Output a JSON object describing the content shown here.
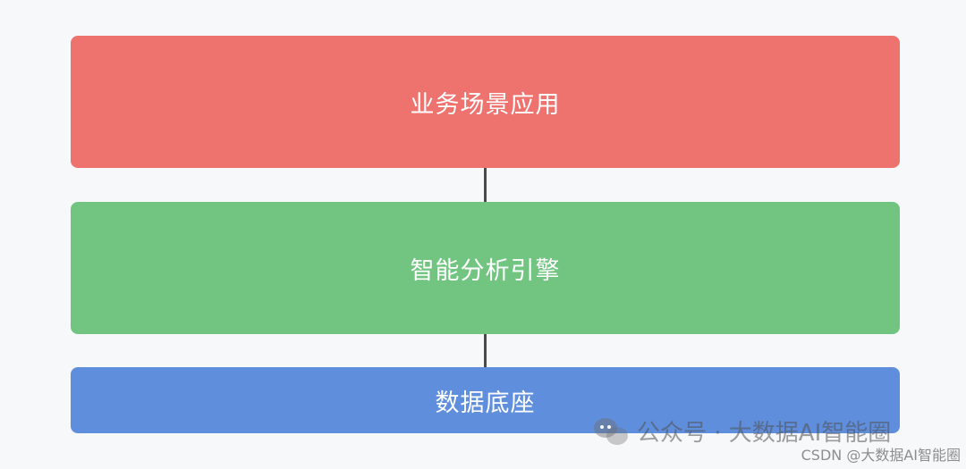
{
  "diagram": {
    "layers": [
      {
        "label": "业务场景应用",
        "color": "#ee736f"
      },
      {
        "label": "智能分析引擎",
        "color": "#72c581"
      },
      {
        "label": "数据底座",
        "color": "#5f8edc"
      }
    ]
  },
  "watermark": {
    "text": "公众号 · 大数据AI智能圈"
  },
  "credit": {
    "text": "CSDN @大数据AI智能圈"
  }
}
